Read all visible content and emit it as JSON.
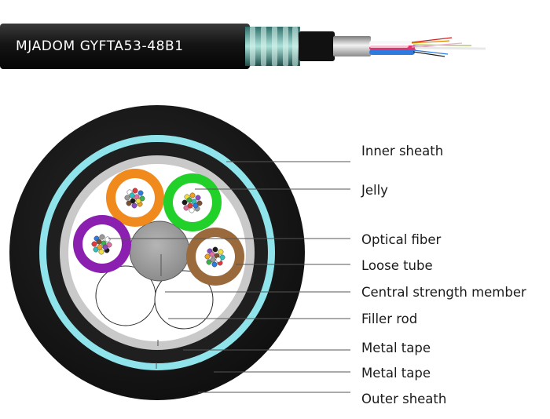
{
  "cable_print": "MJADOM GYFTA53-48B1",
  "labels": [
    "Inner sheath",
    "Jelly",
    "Optical fiber",
    "Loose tube",
    "Central strength member",
    "Filler rod",
    "Metal tape",
    "Metal tape",
    "Outer sheath"
  ],
  "colors": {
    "outer_sheath": "#1c1c1c",
    "cyan_layer": "#8fe3ea",
    "metal_tape": "#c9c9c9",
    "tube_orange": "#f08a1c",
    "tube_green": "#22d02a",
    "tube_purple": "#8a1fb0",
    "tube_brown": "#9a6a3c",
    "central_member": "#a3a3a3",
    "filler": "#ffffff"
  }
}
